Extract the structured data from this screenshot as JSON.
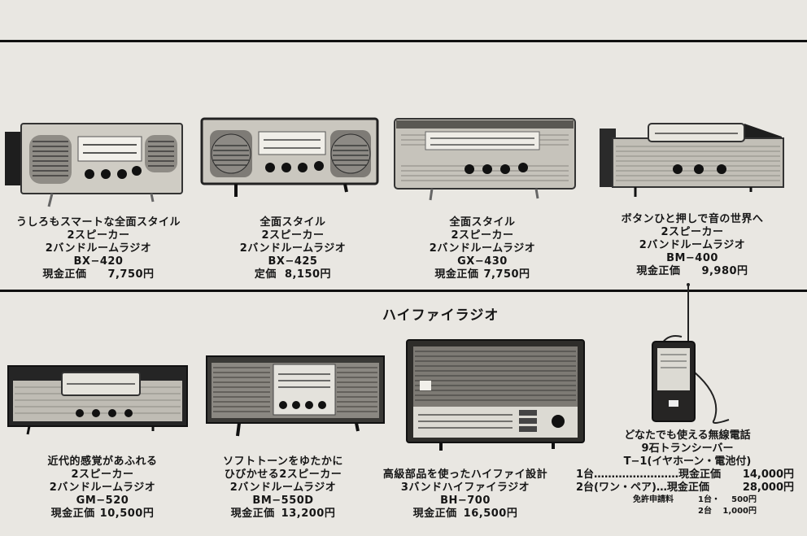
{
  "section_title": "ハイファイラジオ",
  "products": [
    {
      "lines": [
        "うしろもスマートな全面スタイル",
        "2スピーカー",
        "2バンドルームラジオ",
        "BX−420"
      ],
      "price_label": "現金正価",
      "price": "7,750円"
    },
    {
      "lines": [
        "全面スタイル",
        "2スピーカー",
        "2バンドルームラジオ",
        "BX−425"
      ],
      "price_label": "定価",
      "price": "8,150円"
    },
    {
      "lines": [
        "全面スタイル",
        "2スピーカー",
        "2バンドルームラジオ",
        "GX−430"
      ],
      "price_label": "現金正価",
      "price": "7,750円"
    },
    {
      "lines": [
        "ボタンひと押しで音の世界へ",
        "2スピーカー",
        "2バンドルームラジオ",
        "BM−400"
      ],
      "price_label": "現金正価",
      "price": "9,980円"
    },
    {
      "lines": [
        "近代的感覚があふれる",
        "2スピーカー",
        "2バンドルームラジオ",
        "GM−520"
      ],
      "price_label": "現金正価",
      "price": "10,500円"
    },
    {
      "lines": [
        "ソフトトーンをゆたかに",
        "ひびかせる2スピーカー",
        "2バンドルームラジオ",
        "BM−550D"
      ],
      "price_label": "現金正価",
      "price": "13,200円"
    },
    {
      "lines": [
        "高級部品を使ったハイファイ設計",
        "3バンドハイファイラジオ",
        "BH−700"
      ],
      "price_label": "現金正価",
      "price": "16,500円"
    }
  ],
  "transceiver": {
    "lines": [
      "どなたでも使える無線電話",
      "9石トランシーバー",
      "T−1(イヤホーン・電池付)"
    ],
    "rows": [
      {
        "left": "1台……………………現金正価",
        "right": "14,000円"
      },
      {
        "left": "2台(ワン・ペア)…現金正価",
        "right": "28,000円"
      }
    ],
    "license_label": "免許申請料",
    "license_rows": [
      {
        "left": "1台・",
        "right": "500円"
      },
      {
        "left": "2台",
        "right": "1,000円"
      }
    ]
  }
}
